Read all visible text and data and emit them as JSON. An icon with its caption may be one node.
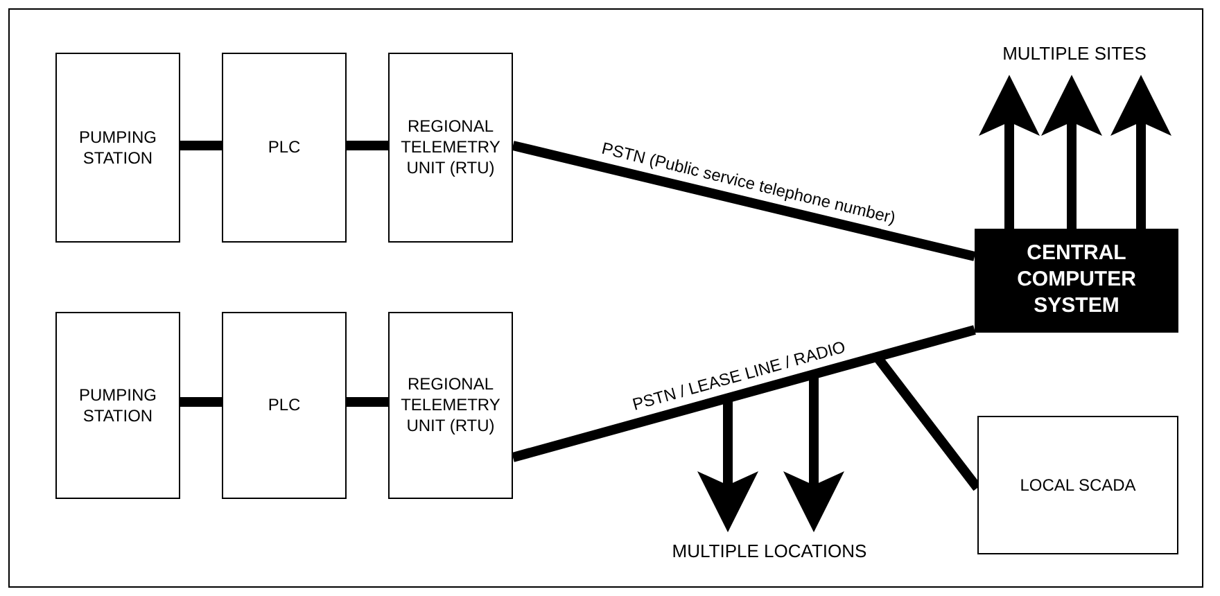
{
  "diagram": {
    "nodes": [
      {
        "text": [
          "PUMPING STATION"
        ]
      },
      {
        "text": [
          "PLC"
        ]
      },
      {
        "text": [
          "REGIONAL TELEMETRY UNIT (RTU)"
        ]
      },
      {
        "text": [
          "PUMPING STATION"
        ]
      },
      {
        "text": [
          "PLC"
        ]
      },
      {
        "text": [
          "REGIONAL TELEMETRY UNIT (RTU)"
        ]
      },
      {
        "text": [
          "CENTRAL COMPUTER SYSTEM"
        ]
      },
      {
        "text": [
          "LOCAL SCADA"
        ]
      },
      {
        "text": [
          "MULTIPLE SITES"
        ]
      },
      {
        "text": [
          "MULTIPLE LOCATIONS"
        ]
      }
    ],
    "edges": [
      {
        "from": 0,
        "to": 1,
        "arrow": "none"
      },
      {
        "from": 1,
        "to": 2,
        "arrow": "none"
      },
      {
        "from": 3,
        "to": 4,
        "arrow": "none"
      },
      {
        "from": 4,
        "to": 5,
        "arrow": "none"
      },
      {
        "from": 2,
        "to": 6,
        "arrow": "none",
        "label": "PSTN (Public service telephone number)"
      },
      {
        "from": 5,
        "to": 6,
        "arrow": "none",
        "label": "PSTN / LEASE LINE / RADIO"
      },
      {
        "from": 6,
        "to": 8,
        "arrow": "to"
      },
      {
        "from": 6,
        "to": 8,
        "arrow": "to"
      },
      {
        "from": 6,
        "to": 8,
        "arrow": "to"
      },
      {
        "from": null,
        "to": 9,
        "arrow": "to"
      },
      {
        "from": null,
        "to": 9,
        "arrow": "to"
      },
      {
        "from": null,
        "to": 7,
        "arrow": "none"
      }
    ]
  }
}
